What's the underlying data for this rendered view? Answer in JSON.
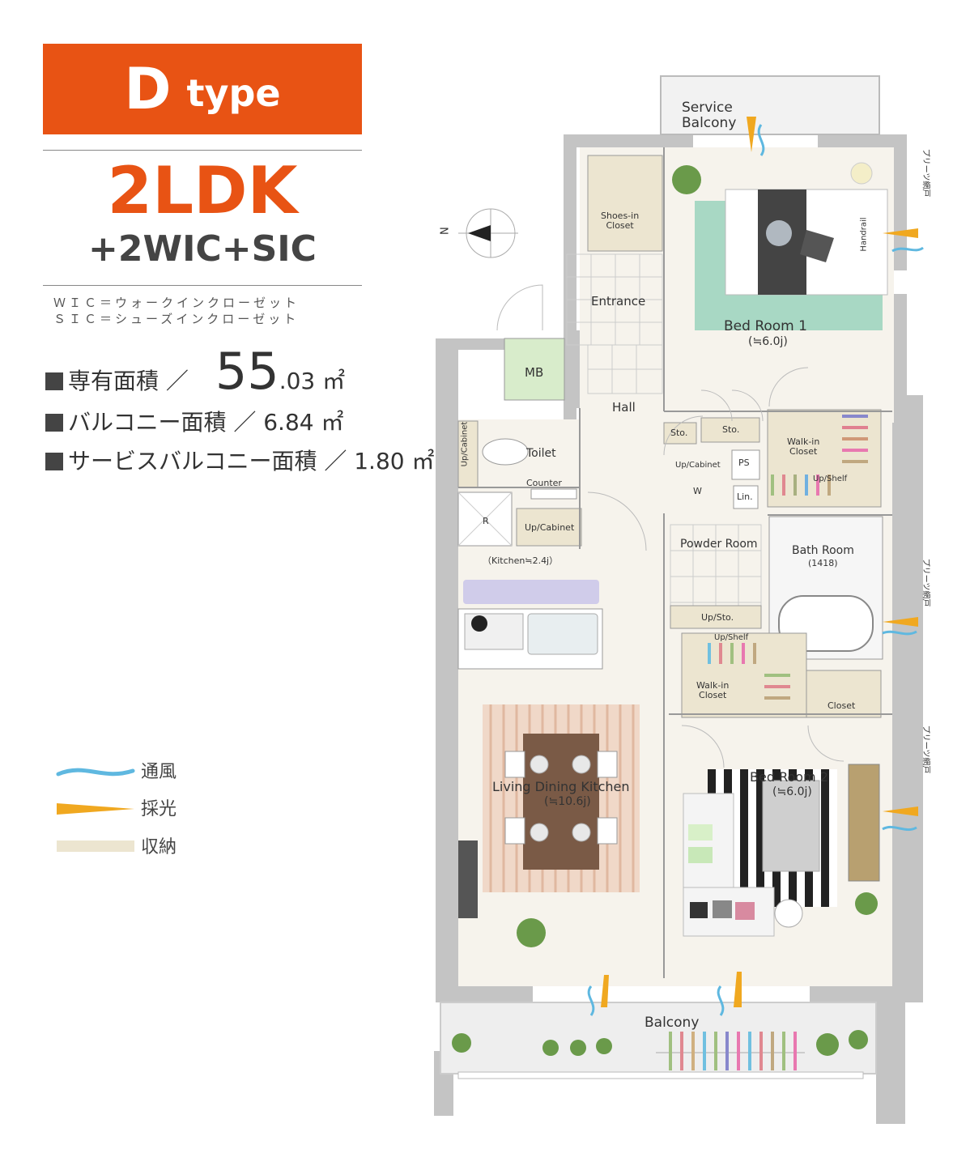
{
  "header": {
    "type_letter": "D",
    "type_word": "type",
    "plan_type": "2LDK",
    "plan_sub": "+2WIC+SIC",
    "abbr_wic": "ＷＩＣ＝ウォークインクローゼット",
    "abbr_sic": "ＳＩＣ＝シューズインクローゼット"
  },
  "areas": {
    "exclusive_label": "専有面積 ／",
    "exclusive_int": "55",
    "exclusive_dec": ".03 ㎡",
    "balcony": "バルコニー面積 ／ 6.84 ㎡",
    "service_balcony": "サービスバルコニー面積 ／ 1.80 ㎡"
  },
  "legend": {
    "wind": "通風",
    "light": "採光",
    "storage": "収納"
  },
  "colors": {
    "accent": "#e85314",
    "wind": "#5fb8e0",
    "light": "#f0a820",
    "storage": "#ece5d0",
    "wall": "#bfbfbf",
    "rug_green": "#a8d8c4",
    "mb_green": "#d8eccb"
  },
  "compass": {
    "north": "N"
  },
  "rooms": {
    "service_balcony": "Service\nBalcony",
    "shoes_closet": "Shoes-in\nCloset",
    "entrance": "Entrance",
    "bed1": "Bed Room 1",
    "bed1_size": "(≒6.0j)",
    "handrail": "Handrail",
    "mb": "MB",
    "hall": "Hall",
    "sto1": "Sto.",
    "sto2": "Sto.",
    "wic1": "Walk-in\nCloset",
    "up_shelf1": "Up/Shelf",
    "toilet": "Toilet",
    "up_cabinet_toilet": "Up/Cabinet",
    "counter": "Counter",
    "up_cabinet_w": "Up/Cabinet",
    "w": "W",
    "ps": "PS",
    "lin": "Lin.",
    "r": "R",
    "up_cabinet_kitchen": "Up/Cabinet",
    "kitchen_size": "（Kitchen≒2.4j）",
    "powder": "Powder Room",
    "bath": "Bath Room",
    "bath_size": "(1418)",
    "up_sto": "Up/Sto.",
    "up_shelf2": "Up/Shelf",
    "wic2": "Walk-in\nCloset",
    "closet": "Closet",
    "ldk": "Living Dining Kitchen",
    "ldk_size": "(≒10.6j)",
    "bed2": "Bed Room 2",
    "bed2_size": "(≒6.0j)",
    "balcony": "Balcony",
    "pleats1": "プリーツ網戸",
    "pleats2": "プリーツ網戸",
    "pleats3": "プリーツ網戸"
  }
}
